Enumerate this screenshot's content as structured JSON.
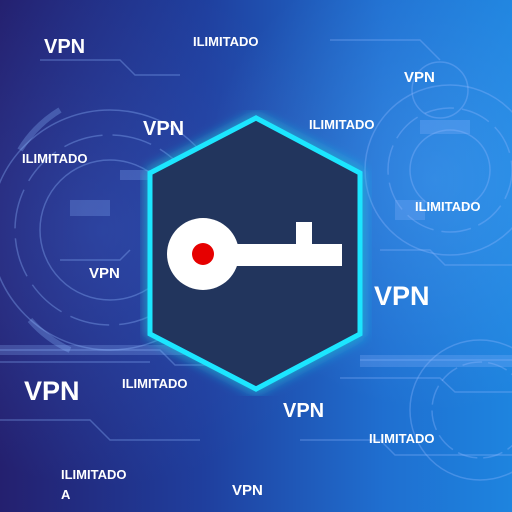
{
  "colors": {
    "background_left": "#24206f",
    "background_right": "#1e84df",
    "hexagon_fill": "#22355d",
    "hexagon_glow": "#1fe6ff",
    "key_color": "#ffffff",
    "key_dot": "#e60000",
    "text": "#ffffff"
  },
  "emblem": {
    "icon": "key-icon"
  },
  "words": [
    {
      "name": "vpn-word-1",
      "text": "VPN"
    },
    {
      "name": "ilimitado-word-1",
      "text": "ILIMITADO"
    },
    {
      "name": "vpn-word-2",
      "text": "VPN"
    },
    {
      "name": "vpn-word-3",
      "text": "VPN"
    },
    {
      "name": "ilimitado-word-2",
      "text": "ILIMITADO"
    },
    {
      "name": "ilimitado-word-3",
      "text": "ILIMITADO"
    },
    {
      "name": "ilimitado-word-4",
      "text": "ILIMITADO"
    },
    {
      "name": "vpn-word-4",
      "text": "VPN"
    },
    {
      "name": "vpn-word-5",
      "text": "VPN"
    },
    {
      "name": "vpn-word-6",
      "text": "VPN"
    },
    {
      "name": "ilimitado-word-5",
      "text": "ILIMITADO"
    },
    {
      "name": "vpn-word-7",
      "text": "VPN"
    },
    {
      "name": "ilimitado-word-6",
      "text": "ILIMITADO"
    },
    {
      "name": "ilimitado-word-7",
      "text": "ILIMITADO"
    },
    {
      "name": "ilimitado-word-7-wrap",
      "text": "A"
    },
    {
      "name": "vpn-word-8",
      "text": "VPN"
    }
  ]
}
